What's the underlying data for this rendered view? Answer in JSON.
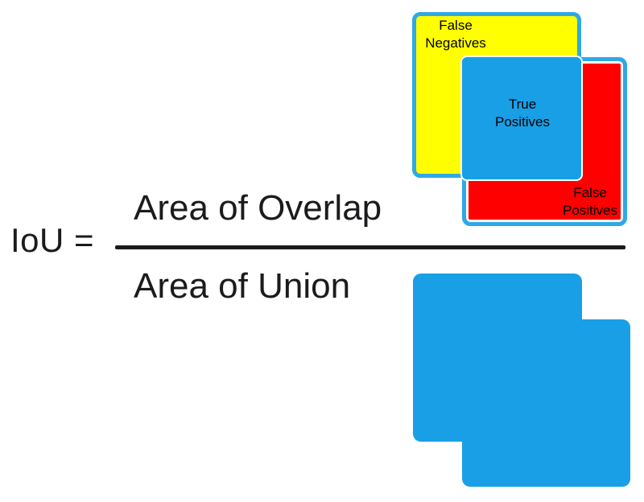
{
  "formula": {
    "lhs": "IoU =",
    "numerator": "Area of Overlap",
    "denominator": "Area of Union"
  },
  "venn": {
    "false_negatives": "False\nNegatives",
    "true_positives": "True\nPositives",
    "false_positives": "False\nPositives"
  },
  "colors": {
    "overlap_blue": "#199FE6",
    "border_blue": "#2FA8E8",
    "false_negatives_yellow": "#FFFF00",
    "false_positives_red": "#FF0000",
    "formula_text": "#1B1B1D",
    "background": "#FFFFFF"
  }
}
